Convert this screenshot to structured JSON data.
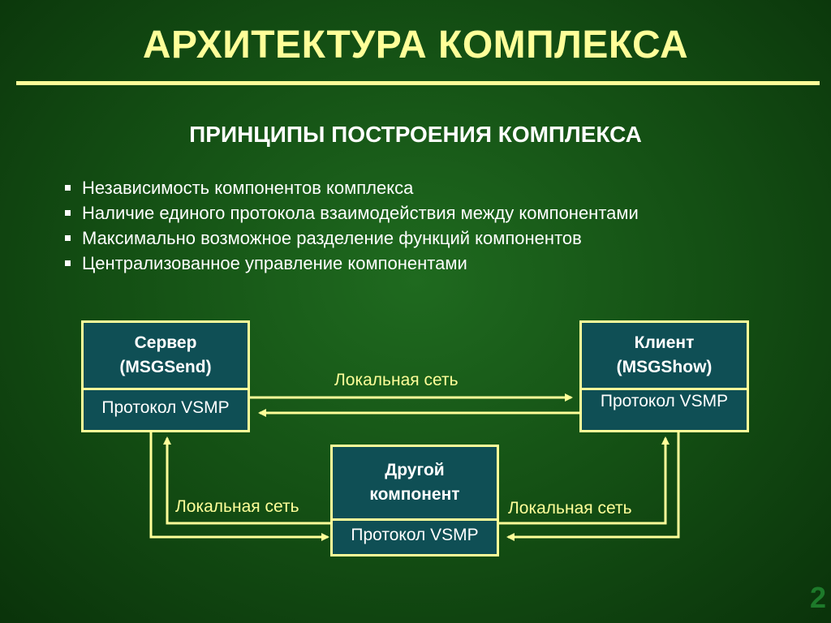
{
  "title": "АРХИТЕКТУРА КОМПЛЕКСА",
  "subtitle": "ПРИНЦИПЫ ПОСТРОЕНИЯ КОМПЛЕКСА",
  "principles": [
    "Независимость компонентов комплекса",
    "Наличие единого протокола взаимодействия между компонентами",
    "Максимально возможное разделение функций компонентов",
    "Централизованное управление компонентами"
  ],
  "diagram": {
    "server": {
      "name": "Сервер",
      "module": "(MSGSend)",
      "protocol": "Протокол VSMP"
    },
    "client": {
      "name": "Клиент",
      "module": "(MSGShow)",
      "protocol": "Протокол VSMP"
    },
    "other": {
      "name": "Другой",
      "module": "компонент",
      "protocol": "Протокол VSMP"
    },
    "links": {
      "server_client": "Локальная сеть",
      "server_other": "Локальная сеть",
      "other_client": "Локальная сеть"
    }
  },
  "page_number": "2",
  "colors": {
    "background": "#134d13",
    "title": "#ffff99",
    "node_fill": "#0f4f55",
    "line": "#ffff99"
  }
}
